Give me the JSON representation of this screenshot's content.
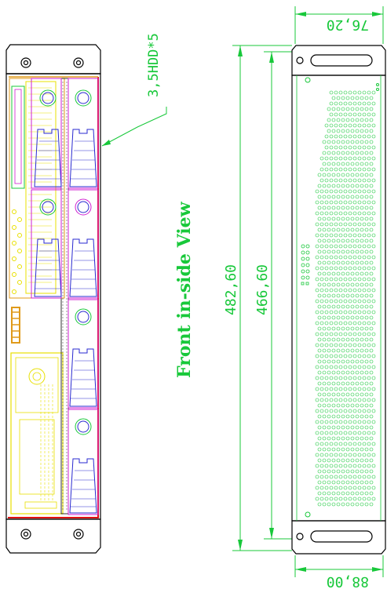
{
  "title": "Front in-side View",
  "callout": "3,5HDD*5",
  "dimensions": {
    "total_height": "482,60",
    "inner_height": "466,60",
    "top_width": "76,20",
    "bottom_width": "88,00"
  },
  "colors": {
    "dimension": "#18c83a",
    "frame": "#000000",
    "bay_outline": "#2a2ad0",
    "magenta": "#d01fd0",
    "red": "#e01010",
    "yellow": "#e8e000",
    "orange": "#e09a1a"
  },
  "hdd_bays": 5
}
